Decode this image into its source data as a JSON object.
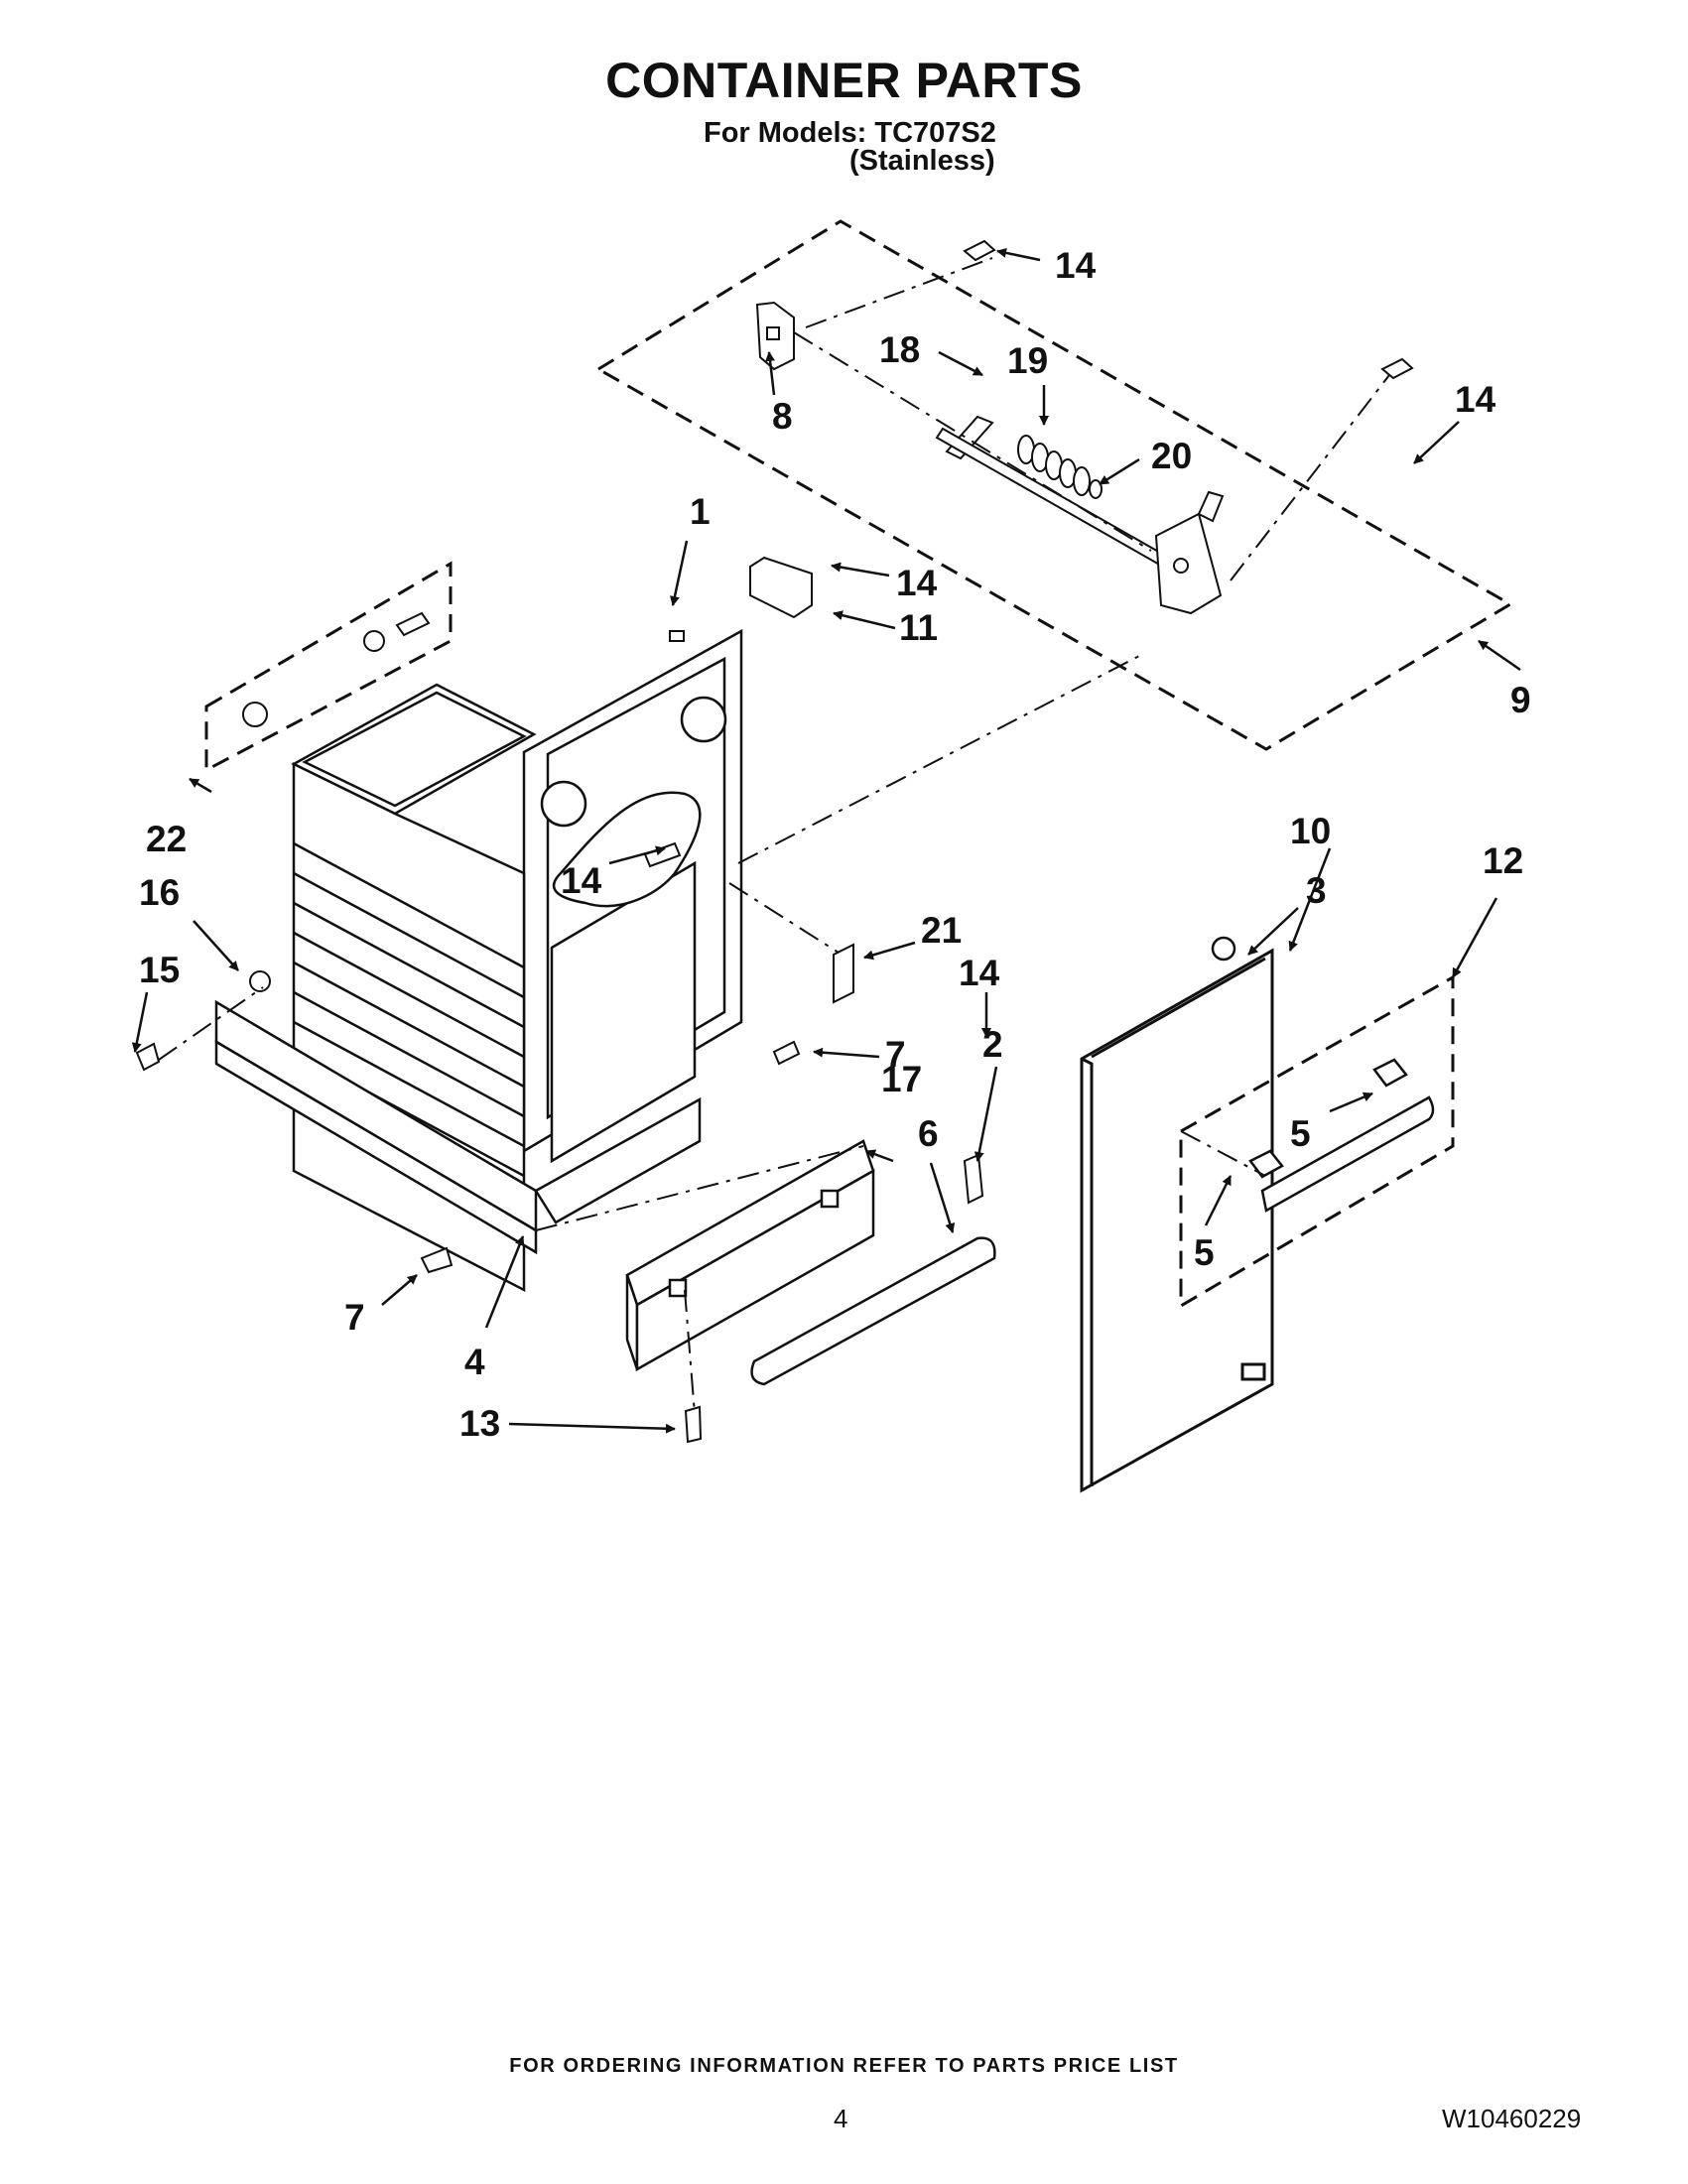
{
  "header": {
    "title": "CONTAINER PARTS",
    "models_line": "For Models: TC707S2",
    "variant_line": "(Stainless)"
  },
  "callouts": {
    "c1": "1",
    "c2": "2",
    "c3": "3",
    "c4": "4",
    "c5a": "5",
    "c5b": "5",
    "c6": "6",
    "c7a": "7",
    "c7b": "7",
    "c8": "8",
    "c9": "9",
    "c10": "10",
    "c11": "11",
    "c12": "12",
    "c13": "13",
    "c14a": "14",
    "c14b": "14",
    "c14c": "14",
    "c14d": "14",
    "c14e": "14",
    "c15": "15",
    "c16": "16",
    "c17": "17",
    "c18": "18",
    "c19": "19",
    "c20": "20",
    "c21": "21",
    "c22": "22"
  },
  "footer": {
    "note": "FOR ORDERING INFORMATION REFER TO PARTS PRICE LIST",
    "page_number": "4",
    "doc_number": "W10460229"
  }
}
